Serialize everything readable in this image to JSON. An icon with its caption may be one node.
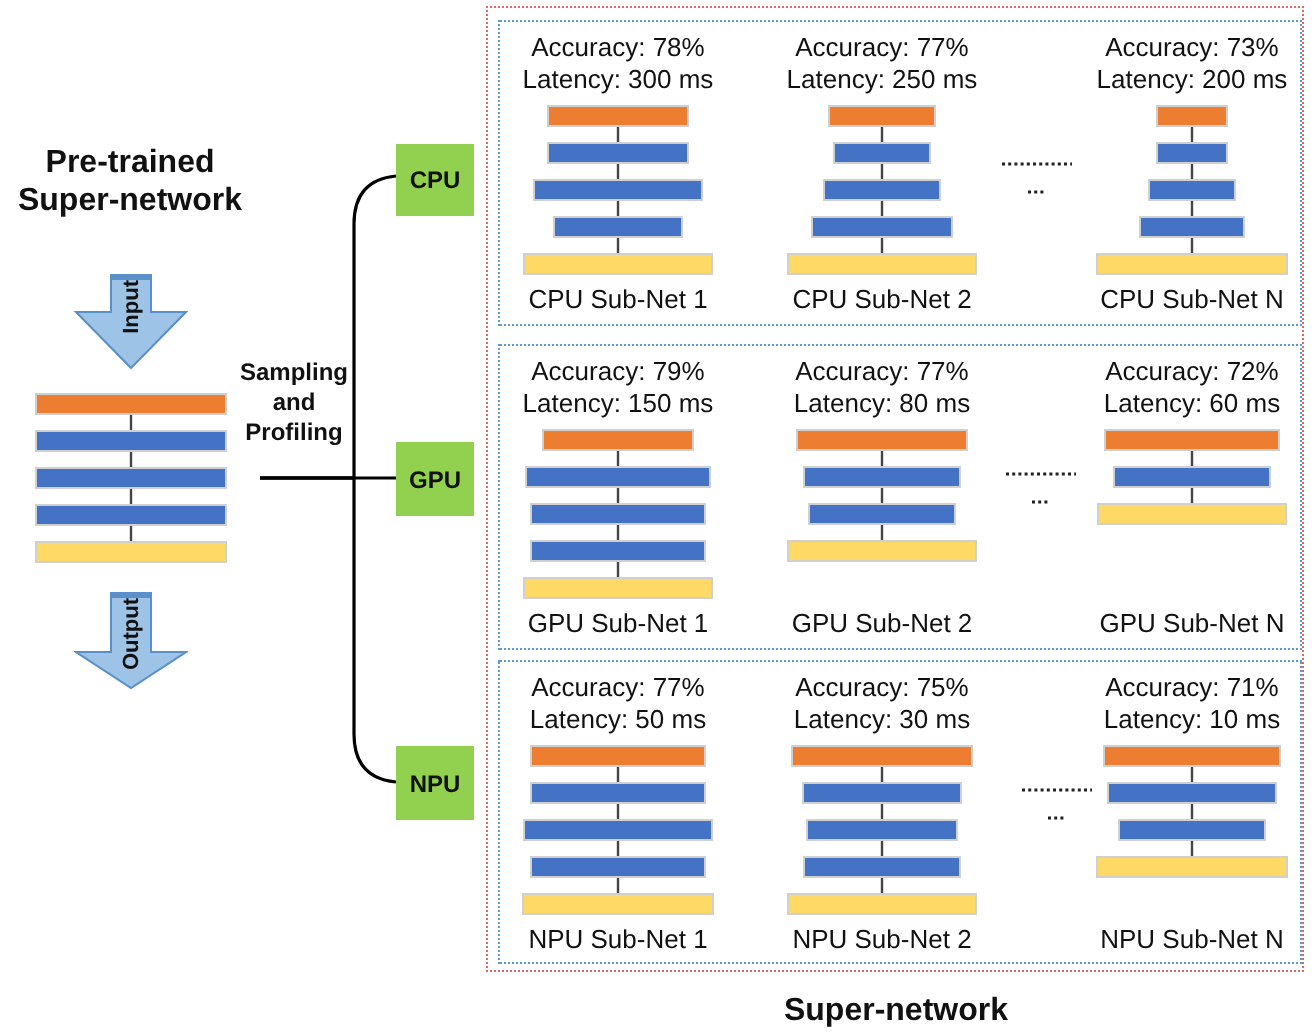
{
  "diagram": {
    "nodes": [
      {
        "text": [],
        "shape": "picture"
      },
      {
        "text": [
          "Input"
        ]
      },
      {
        "text": [
          "Output"
        ]
      },
      {
        "text": [
          "CPU"
        ]
      },
      {
        "text": [
          "GPU"
        ]
      },
      {
        "text": [
          "NPU"
        ]
      },
      {
        "text": [
          "Super-network"
        ]
      },
      {
        "text": [],
        "shape": "box",
        "in": 6
      },
      {
        "text": [
          "Accuracy: 78%",
          "Latency: 300 ms",
          "CPU Sub-Net 1"
        ],
        "in": 7
      },
      {
        "text": [
          "Accuracy: 77%",
          "Latency: 250 ms",
          "CPU Sub-Net 2"
        ],
        "in": 7
      },
      {
        "text": [
          "Accuracy: 73%",
          "Latency: 200 ms",
          "CPU Sub-Net N"
        ],
        "in": 7
      },
      {
        "text": [],
        "shape": "box",
        "in": 6
      },
      {
        "text": [
          "Accuracy: 79%",
          "Latency: 150 ms",
          "GPU Sub-Net 1"
        ],
        "in": 11
      },
      {
        "text": [
          "Accuracy: 77%",
          "Latency: 80 ms",
          "GPU Sub-Net 2"
        ],
        "in": 11
      },
      {
        "text": [
          "Accuracy: 72%",
          "Latency: 60 ms",
          "GPU Sub-Net N"
        ],
        "in": 11
      },
      {
        "text": [],
        "shape": "box",
        "in": 6
      },
      {
        "text": [
          "Accuracy: 77%",
          "Latency: 50 ms",
          "NPU Sub-Net 1"
        ],
        "in": 15
      },
      {
        "text": [
          "Accuracy: 75%",
          "Latency: 30 ms",
          "NPU Sub-Net 2"
        ],
        "in": 15
      },
      {
        "text": [
          "Accuracy: 71%",
          "Latency: 10 ms",
          "NPU Sub-Net N"
        ],
        "in": 15
      }
    ],
    "edges": [
      {
        "from": 0,
        "to": 3,
        "arrow": "none"
      },
      {
        "from": 0,
        "to": 4,
        "arrow": "none",
        "label": "Sampling and Profiling"
      },
      {
        "from": 0,
        "to": 5,
        "arrow": "none"
      }
    ],
    "labels": [
      "Pre-trained Super-network"
    ]
  }
}
